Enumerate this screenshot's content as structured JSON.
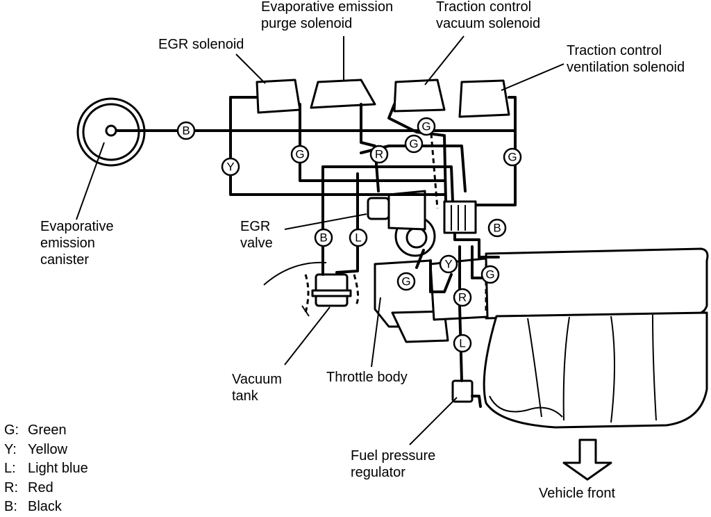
{
  "labels": {
    "evap_purge": [
      "Evaporative emission",
      "purge solenoid"
    ],
    "traction_vacuum": [
      "Traction control",
      "vacuum solenoid"
    ],
    "egr_solenoid": "EGR solenoid",
    "traction_vent": [
      "Traction control",
      "ventilation solenoid"
    ],
    "canister": [
      "Evaporative",
      "emission",
      "canister"
    ],
    "egr_valve": [
      "EGR",
      "valve"
    ],
    "vacuum_tank": [
      "Vacuum",
      "tank"
    ],
    "throttle_body": "Throttle body",
    "fuel_regulator": [
      "Fuel pressure",
      "regulator"
    ],
    "vehicle_front": "Vehicle front"
  },
  "hose_tags": [
    {
      "id": "b1",
      "text": "B"
    },
    {
      "id": "y1",
      "text": "Y"
    },
    {
      "id": "g1",
      "text": "G"
    },
    {
      "id": "g2",
      "text": "G"
    },
    {
      "id": "g3",
      "text": "G"
    },
    {
      "id": "r1",
      "text": "R"
    },
    {
      "id": "g4",
      "text": "G"
    },
    {
      "id": "b2",
      "text": "B"
    },
    {
      "id": "l1",
      "text": "L"
    },
    {
      "id": "b3",
      "text": "B"
    },
    {
      "id": "y2",
      "text": "Y"
    },
    {
      "id": "g5",
      "text": "G"
    },
    {
      "id": "g6",
      "text": "G"
    },
    {
      "id": "r2",
      "text": "R"
    },
    {
      "id": "l2",
      "text": "L"
    }
  ],
  "legend": [
    {
      "code": "G:",
      "color": "Green"
    },
    {
      "code": "Y:",
      "color": "Yellow"
    },
    {
      "code": "L:",
      "color": "Light blue"
    },
    {
      "code": "R:",
      "color": "Red"
    },
    {
      "code": "B:",
      "color": "Black"
    }
  ]
}
